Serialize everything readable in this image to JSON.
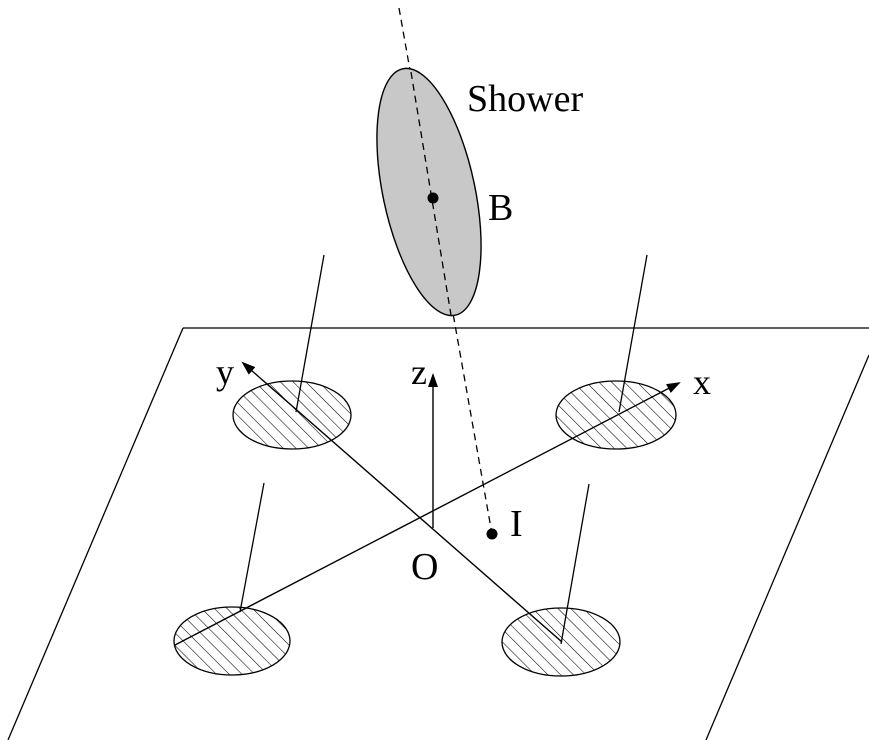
{
  "diagram": {
    "labels": {
      "shower": "Shower",
      "point_b": "B",
      "point_i": "I",
      "origin": "O",
      "axis_x": "x",
      "axis_y": "y",
      "axis_z": "z"
    },
    "colors": {
      "stroke": "#000000",
      "shower_fill": "#c8c8c8",
      "background": "#ffffff"
    },
    "detectors": [
      "detector-top-left",
      "detector-top-right",
      "detector-bottom-left",
      "detector-bottom-right"
    ]
  }
}
